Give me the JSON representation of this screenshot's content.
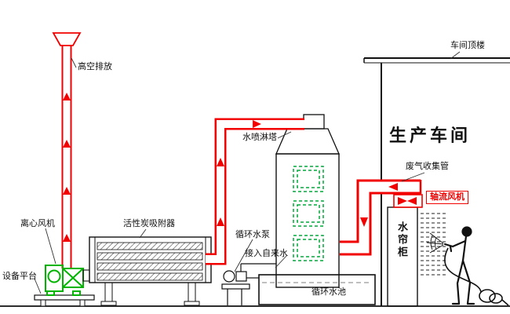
{
  "labels": {
    "high_altitude_discharge": "高空排放",
    "centrifugal_fan": "离心风机",
    "equipment_platform": "设备平台",
    "activated_carbon_adsorber": "活性炭吸附器",
    "water_spray_tower": "水喷淋塔",
    "circulating_water_pump": "循环水泵",
    "tap_water_inlet": "接入自来水",
    "circulating_water_pool": "循环水池",
    "production_workshop": "生产车间",
    "workshop_roof": "车间顶楼",
    "waste_gas_collection_pipe": "废气收集管",
    "axial_flow_fan": "轴流风机",
    "water_curtain_cabinet": "水帘柜"
  },
  "colors": {
    "duct_red": "#f20000",
    "fan_green": "#00b400",
    "screen_green": "#00a83c",
    "line_black": "#111111"
  }
}
